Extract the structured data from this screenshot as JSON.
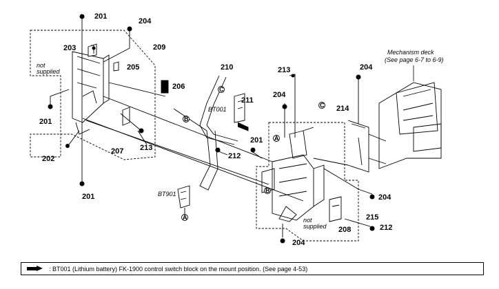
{
  "parts": {
    "p201a": "201",
    "p204a": "204",
    "p209": "209",
    "p203": "203",
    "p205": "205",
    "p206": "206",
    "p201b": "201",
    "p202": "202",
    "p207": "207",
    "p213a": "213",
    "p201c": "201",
    "p210": "210",
    "p211": "211",
    "p201d": "201",
    "p212a": "212",
    "p213b": "213",
    "p204b": "204",
    "p204c": "204",
    "p214": "214",
    "p204d": "204",
    "p215": "215",
    "p208": "208",
    "p212b": "212",
    "p204e": "204"
  },
  "labels": {
    "not_supplied_left_1": "not",
    "not_supplied_left_2": "supplied",
    "not_supplied_bottom_1": "not",
    "not_supplied_bottom_2": "supplied",
    "bt001": "BT001",
    "bt901": "BT901",
    "mech_title": "Mechanism deck",
    "mech_ref": "(See page 6-7 to 6-9)",
    "ref_a": "A",
    "ref_b": "B",
    "ref_c": "C"
  },
  "footnote": {
    "icon": "pointing-hand-icon",
    "text": ": BT001 (Lithium battery) FK-1900 control switch block on the mount position. (See page 4-53)"
  }
}
